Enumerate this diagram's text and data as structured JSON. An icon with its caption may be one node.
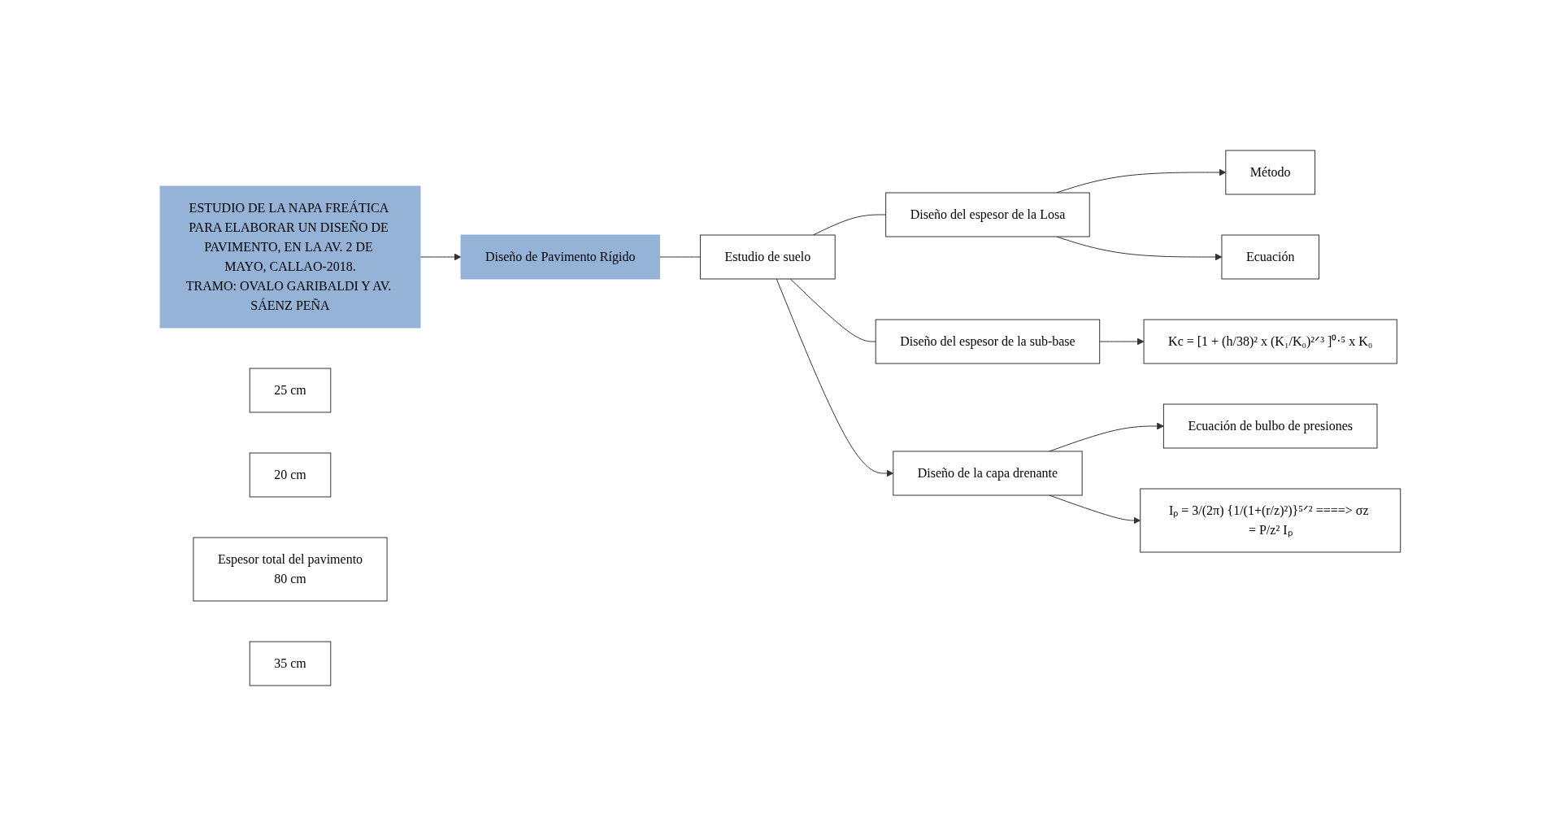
{
  "diagram": {
    "nodes": [
      {
        "text": [
          "ESTUDIO DE LA NAPA FREÁTICA PARA ELABORAR UN DISEÑO DE PAVIMENTO, EN LA AV. 2 DE MAYO, CALLAO-2018.",
          "TRAMO: OVALO GARIBALDI Y AV. SÁENZ PEÑA"
        ]
      },
      {
        "text": [
          "Diseño de Pavimento Rígido"
        ]
      },
      {
        "text": [
          "Estudio de suelo"
        ]
      },
      {
        "text": [
          "Diseño del espesor de la Losa"
        ]
      },
      {
        "text": [
          "Método"
        ]
      },
      {
        "text": [
          "Ecuación"
        ]
      },
      {
        "text": [
          "25 cm"
        ]
      },
      {
        "text": [
          "Diseño del espesor de la sub-base"
        ]
      },
      {
        "text": [
          "Kc = [1 + (h/38)² x (K₁/K₀)²ᐟ³ ]⁰·⁵ x K₀"
        ]
      },
      {
        "text": [
          "20 cm"
        ]
      },
      {
        "text": [
          "Espesor total del pavimento",
          "80 cm"
        ]
      },
      {
        "text": [
          "Diseño de la capa drenante"
        ]
      },
      {
        "text": [
          "Ecuación de bulbo de presiones"
        ]
      },
      {
        "text": [
          "35 cm"
        ]
      },
      {
        "text": [
          "Iₚ = 3/(2π) {1/(1+(r/z)²)}⁵ᐟ² ====> σz = P/z² Iₚ"
        ]
      }
    ],
    "edges": [
      {
        "from": 0,
        "to": 1,
        "arrow": "to"
      },
      {
        "from": 1,
        "to": 2,
        "arrow": "none"
      },
      {
        "from": 2,
        "to": 3,
        "arrow": "none"
      },
      {
        "from": 2,
        "to": 7,
        "arrow": "none"
      },
      {
        "from": 2,
        "to": 11,
        "arrow": "to"
      },
      {
        "from": 3,
        "to": 4,
        "arrow": "to"
      },
      {
        "from": 3,
        "to": 5,
        "arrow": "to"
      },
      {
        "from": 7,
        "to": 8,
        "arrow": "to"
      },
      {
        "from": 11,
        "to": 12,
        "arrow": "to"
      },
      {
        "from": 11,
        "to": 14,
        "arrow": "to"
      }
    ]
  }
}
